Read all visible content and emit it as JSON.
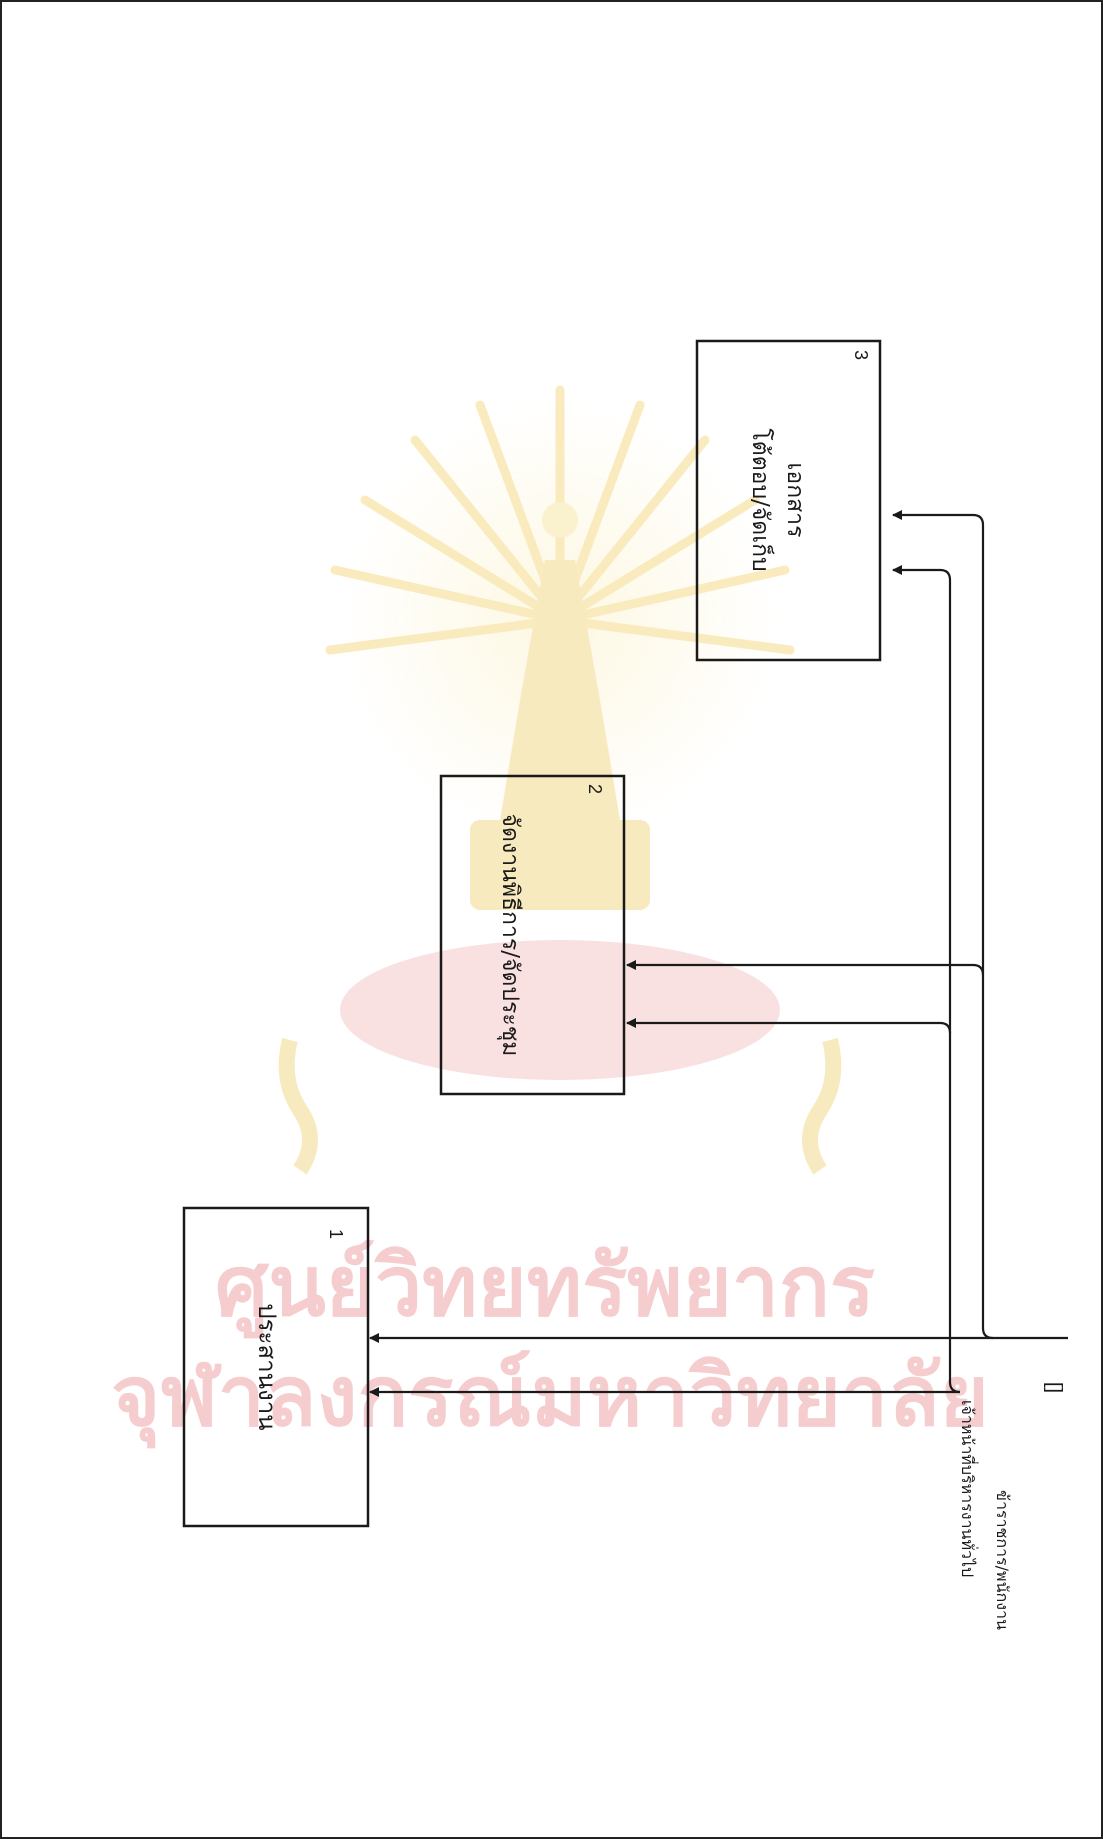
{
  "processes": [
    {
      "number": "1",
      "label": "ประสานงาน"
    },
    {
      "number": "2",
      "label": "จัดงานพิธีการ/จัดประชุม"
    },
    {
      "number": "3",
      "label_line1": "โต้ตอบ/จัดเก็บ",
      "label_line2": "เอกสาร"
    }
  ],
  "actors": {
    "general_admin_staff": "เจ้าหน้าที่บริหารงานทั่วไป",
    "employees": "ข้าราชการ/พนักงาน",
    "terminal_symbol": "[]"
  },
  "watermark": {
    "line1": "ศูนย์วิทยทรัพยากร",
    "line2": "จุฬาลงกรณ์มหาวิทยาลัย"
  },
  "colors": {
    "line": "#1a1a1a",
    "watermark_text": "#f2b9bb",
    "watermark_emblem": "#f5dc8a"
  }
}
